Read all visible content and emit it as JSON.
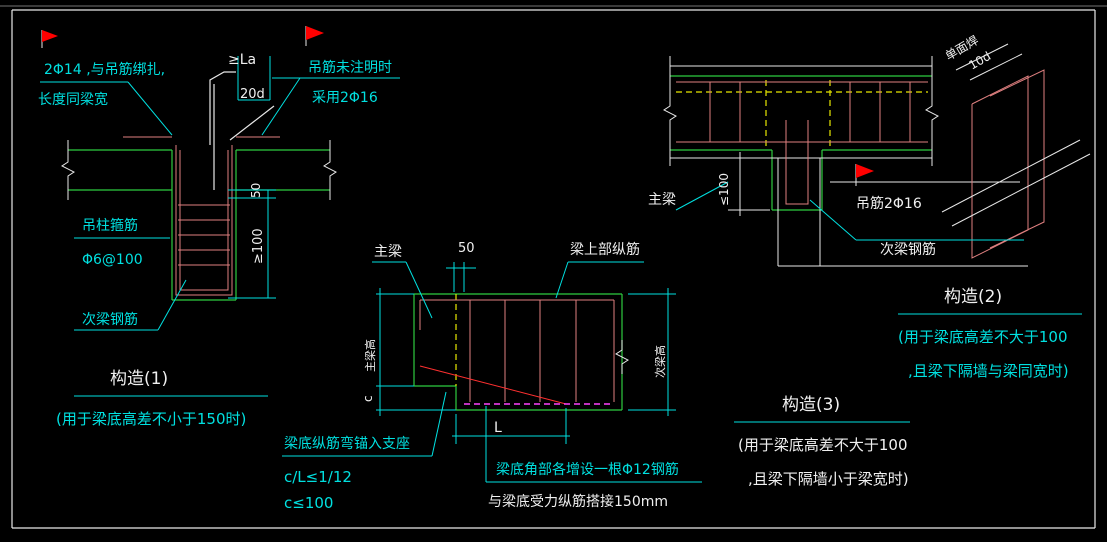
{
  "colors": {
    "background": "#000000",
    "frame": "#e8e8e8",
    "cyan": "#00e0e0",
    "green": "#2ecc40",
    "red": "#ff3030",
    "magenta": "#ff40ff",
    "yellow": "#e8e800",
    "rebar": "#e08080",
    "white": "#f0f0f0",
    "flag": "#ff0000"
  },
  "icons": [
    "flag-icon",
    "dimension-tick-icon",
    "break-line-icon"
  ],
  "detail1": {
    "title": "构造(1)",
    "note": "(用于梁底高差不小于150时)",
    "label_bar_line1": "2Φ14 ,与吊筋绑扎,",
    "label_bar_line2": "长度同梁宽",
    "label_la": "≥La",
    "label_20d": "20d",
    "label_hanger_line1": "吊筋未注明时",
    "label_hanger_line2": "采用2Φ16",
    "dim_50": "50",
    "dim_100": "≥100",
    "stirrup_line1": "吊柱箍筋",
    "stirrup_line2": "Φ6@100",
    "secondary_rebar": "次梁钢筋"
  },
  "detail2": {
    "title": "构造(2)",
    "note_line1": "(用于梁底高差不大于100",
    "note_line2": ",且梁下隔墙与梁同宽时)",
    "main_beam": "主梁",
    "dim_100": "≤100",
    "hanger": "吊筋2Φ16",
    "secondary_rebar": "次梁钢筋",
    "single_bar": "单面焊",
    "dim_10d": "10d"
  },
  "detail3": {
    "title": "构造(3)",
    "note_line1": "(用于梁底高差不大于100",
    "note_line2": ",且梁下隔墙小于梁宽时)",
    "main_beam": "主梁",
    "dim_50": "50",
    "top_rebar": "梁上部纵筋",
    "main_beam_height": "主梁高",
    "secondary_beam_height": "次梁高",
    "dim_c": "c",
    "dim_L": "L",
    "bottom_anchor": "梁底纵筋弯锚入支座",
    "ratio": "c/L≤1/12",
    "c_limit": "c≤100",
    "added_bar": "梁底角部各增设一根Φ12钢筋",
    "lap": "与梁底受力纵筋搭接150mm"
  }
}
